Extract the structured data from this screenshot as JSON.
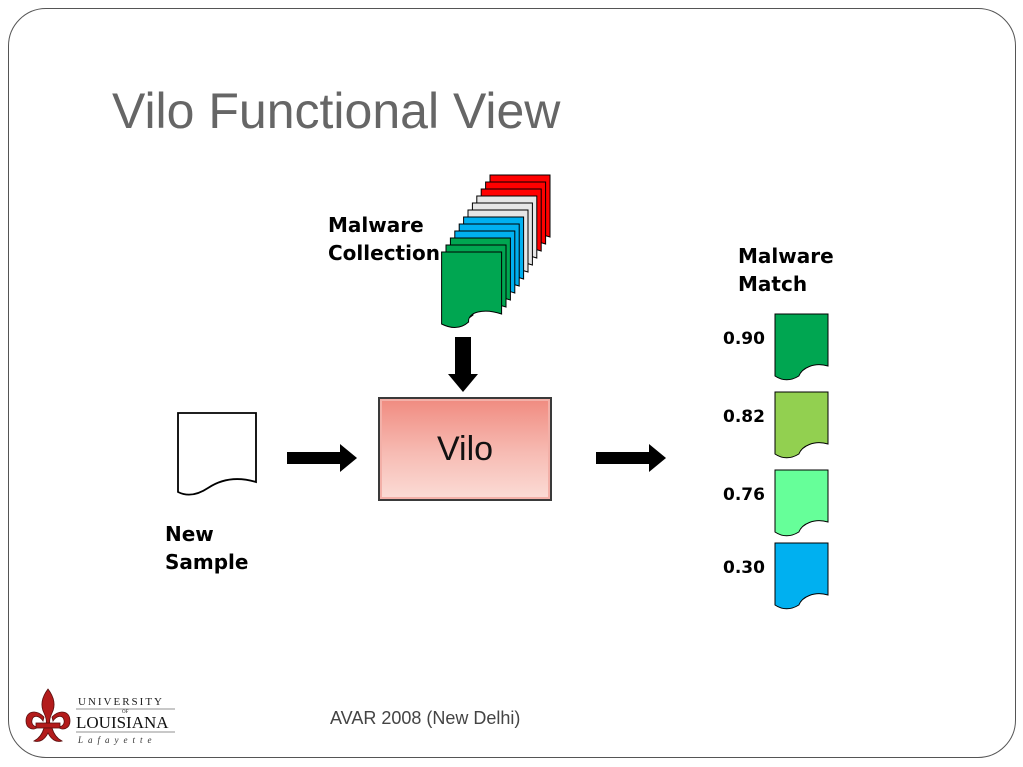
{
  "slide": {
    "title": "Vilo Functional View",
    "footer": "AVAR 2008 (New Delhi)"
  },
  "diagram": {
    "malware_collection": {
      "line1": "Malware",
      "line2": "Collection"
    },
    "engine_label": "Vilo",
    "new_sample": {
      "line1": "New",
      "line2": "Sample"
    },
    "malware_match": {
      "line1": "Malware",
      "line2": "Match",
      "results": [
        {
          "score": "0.90",
          "color": "#00a651"
        },
        {
          "score": "0.82",
          "color": "#92d050"
        },
        {
          "score": "0.76",
          "color": "#66ff99"
        },
        {
          "score": "0.30",
          "color": "#00b0f0"
        }
      ]
    },
    "collection_stack_colors": [
      "#ff0000",
      "#ff0000",
      "#ff0000",
      "#e6e6e6",
      "#e6e6e6",
      "#e6e6e6",
      "#00b0f0",
      "#00b0f0",
      "#00b0f0",
      "#00a651",
      "#00a651",
      "#00a651"
    ]
  },
  "logo": {
    "line1": "UNIVERSITY",
    "line2": "OF",
    "line3": "LOUISIANA",
    "line4": "Lafayette"
  }
}
